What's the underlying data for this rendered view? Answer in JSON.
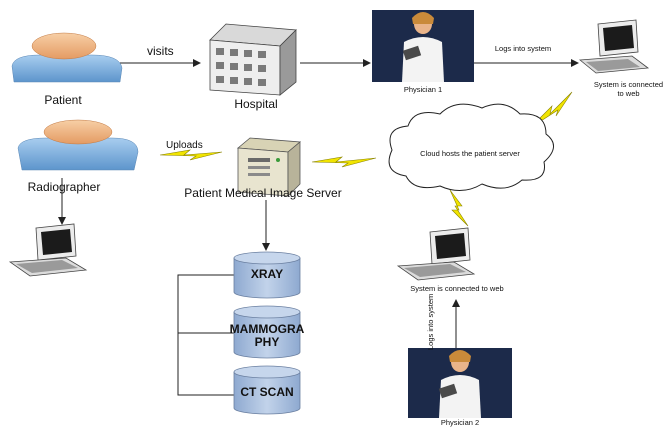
{
  "nodes": {
    "patient": "Patient",
    "hospital": "Hospital",
    "physician_1": "Physician 1",
    "radiographer": "Radiographer",
    "image_server": "Patient Medical Image Server",
    "cloud": "Cloud hosts the patient server",
    "web_system_top": "System is connected to web",
    "web_system_mid": "System is connected to web",
    "physician_2": "Physician 2"
  },
  "edges": {
    "visits": "visits",
    "logs_into_top": "Logs into system",
    "uploads": "Uploads",
    "logs_into_bottom": "Logs into system"
  },
  "databases": [
    "XRAY",
    "MAMMOGRAPHY",
    "CT SCAN"
  ],
  "colors": {
    "person_body": "#7fb3e0",
    "person_head": "#f2b98a",
    "server_box": "#e8e4cf",
    "db_fill": "#a9bfdd",
    "lightning": "#f1e400",
    "physician_bg": "#1c2a4a"
  },
  "icons": [
    "person-icon",
    "hospital-building-icon",
    "server-icon",
    "cloud-icon",
    "computer-icon",
    "doctor-icon",
    "database-icon",
    "lightning-icon"
  ]
}
